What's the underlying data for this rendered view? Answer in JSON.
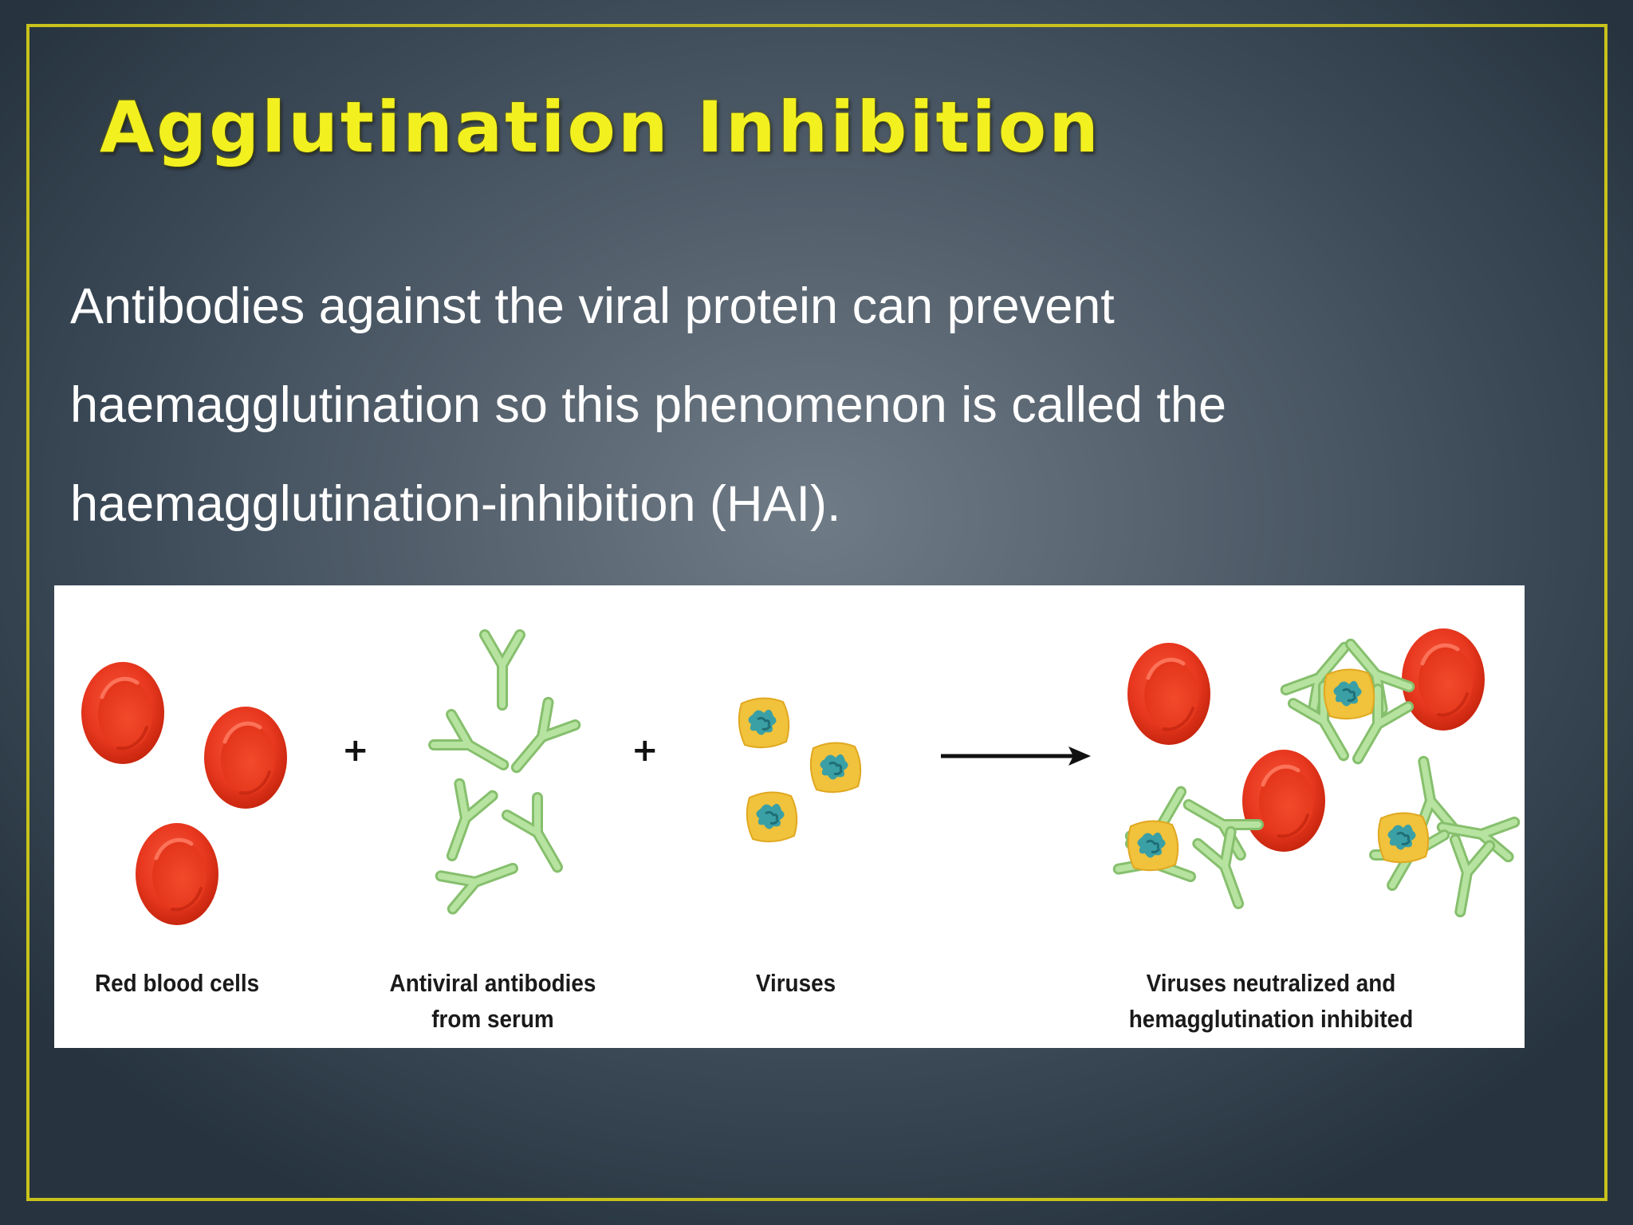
{
  "slide": {
    "title": "Agglutination Inhibition",
    "body_lines": [
      "Antibodies against the viral protein can prevent",
      "haemagglutination so this phenomenon is called the",
      "haemagglutination-inhibition (HAI)."
    ]
  },
  "diagram": {
    "operators": {
      "plus_1": "+",
      "plus_2": "+"
    },
    "labels": {
      "red_blood_cells": "Red blood cells",
      "antibodies_line1": "Antiviral antibodies",
      "antibodies_line2": "from serum",
      "viruses": "Viruses",
      "result_line1": "Viruses neutralized and",
      "result_line2": "hemagglutination inhibited"
    },
    "icons": [
      "red-blood-cell-icon",
      "antibody-icon",
      "virus-icon",
      "arrow-icon"
    ]
  },
  "colors": {
    "title": "#f3f01f",
    "frame": "#c8c21c",
    "body_text": "#ffffff",
    "rbc": "#e8381f",
    "antibody": "#a9d991",
    "virus_shell": "#f1c23c",
    "virus_core": "#3aa0a6"
  }
}
